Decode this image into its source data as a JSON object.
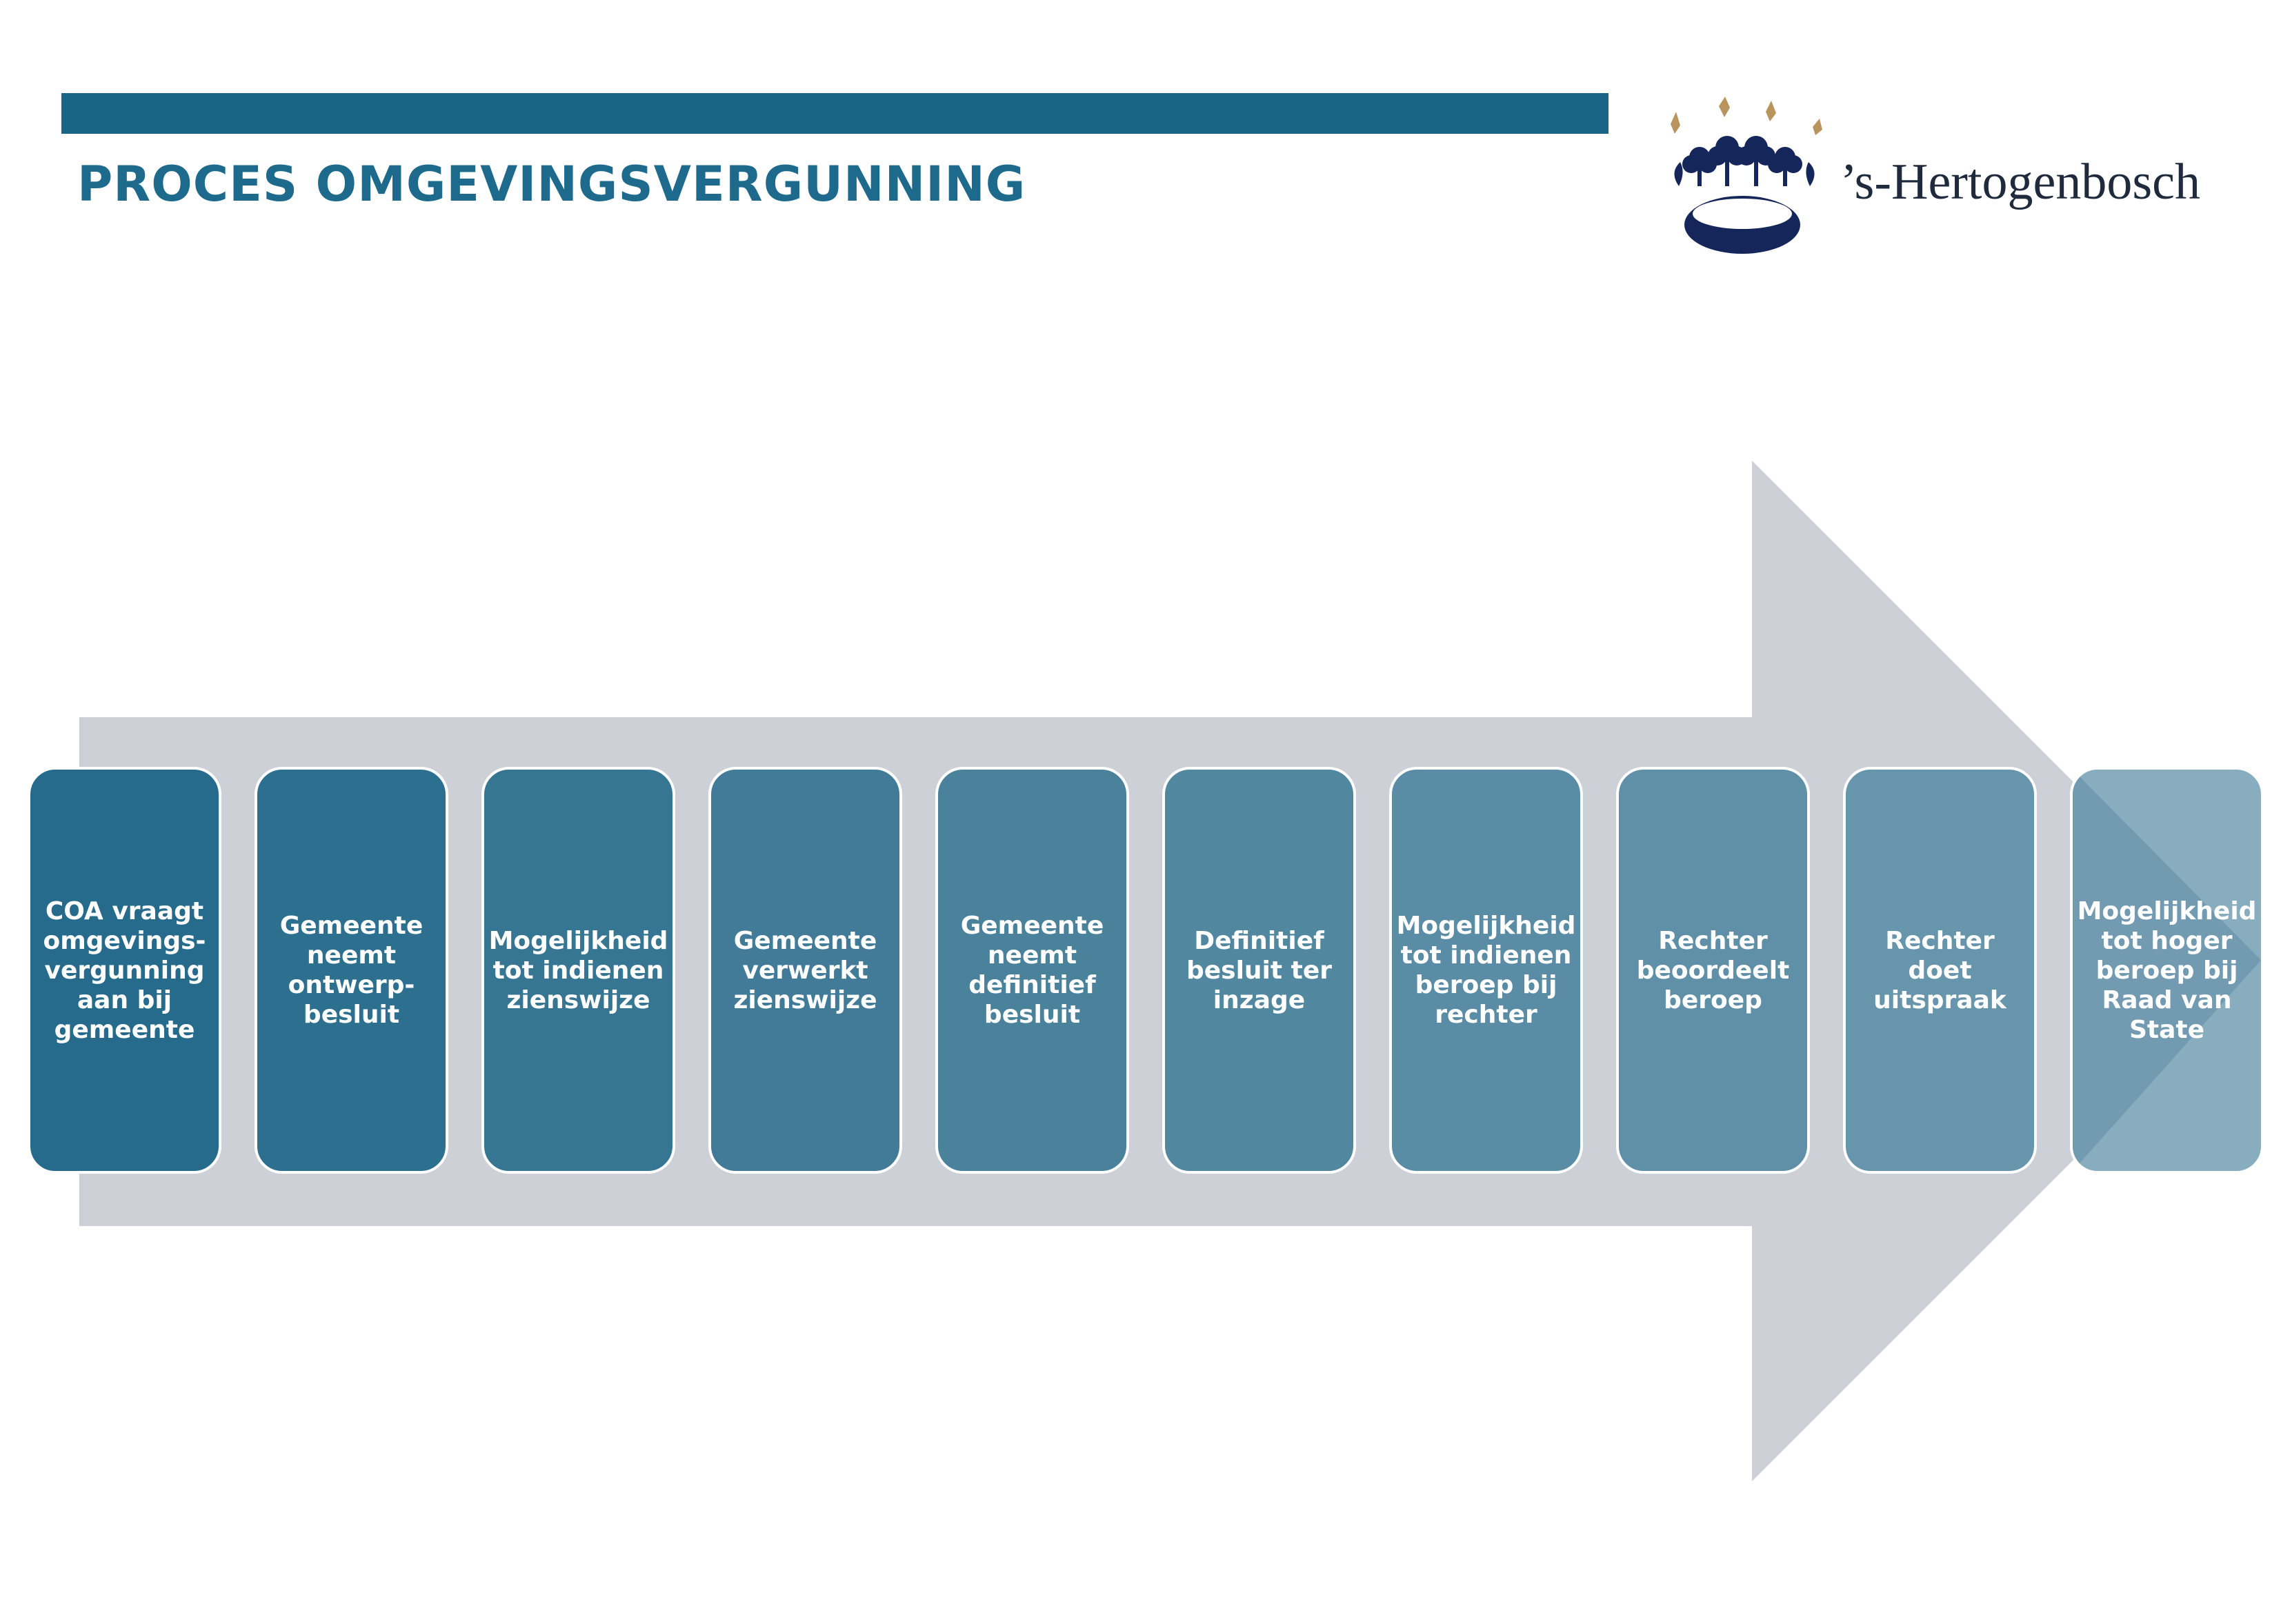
{
  "header": {
    "title": "PROCES OMGEVINGSVERGUNNING",
    "brand_color": "#1a6486"
  },
  "logo": {
    "text": "’s-Hertogenbosch",
    "crown_color": "#15265a",
    "ornament_color": "#b9955d"
  },
  "process": {
    "arrow_color": "#cdd1d7",
    "steps": [
      {
        "label": "COA vraagt omgevings-vergunning aan bij gemeente",
        "color": "#266b8b"
      },
      {
        "label": "Gemeente neemt ontwerp-besluit",
        "color": "#2d6f8e"
      },
      {
        "label": "Mogelijkheid tot indienen zienswijze",
        "color": "#377693"
      },
      {
        "label": "Gemeente verwerkt zienswijze",
        "color": "#417b97"
      },
      {
        "label": "Gemeente neemt definitief besluit",
        "color": "#4a829c"
      },
      {
        "label": "Definitief besluit ter inzage",
        "color": "#51879f"
      },
      {
        "label": "Mogelijkheid tot indienen beroep bij rechter",
        "color": "#5a8ca5"
      },
      {
        "label": "Rechter beoordeelt beroep",
        "color": "#6090a8"
      },
      {
        "label": "Rechter doet uitspraak",
        "color": "#6795ab"
      },
      {
        "label": "Mogelijkheid tot hoger beroep bij Raad van State",
        "color": "#88adbf"
      }
    ]
  }
}
